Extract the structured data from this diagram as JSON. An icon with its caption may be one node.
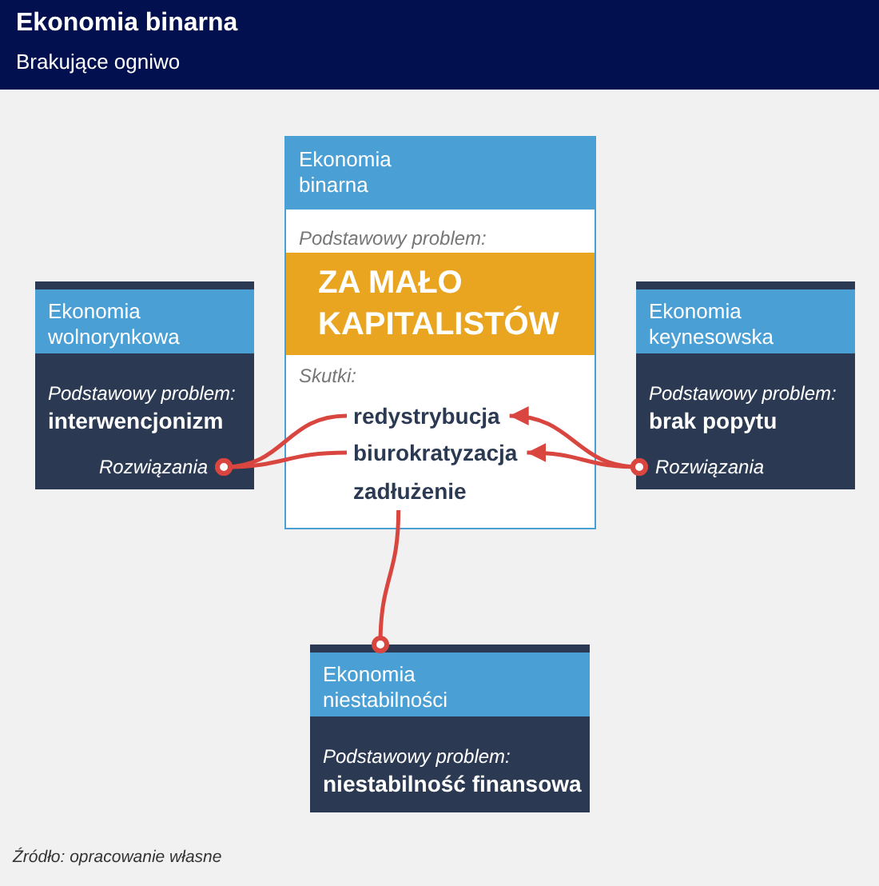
{
  "diagram": {
    "title": "Ekonomia binarna",
    "nodes": [
      {
        "text": [
          "Ekonomia binarna",
          "Podstawowy problem:",
          "ZA MAŁO KAPITALISTÓW",
          "Skutki:"
        ]
      },
      {
        "text": [
          "redystrybucja"
        ],
        "in": 0
      },
      {
        "text": [
          "biurokratyzacja"
        ],
        "in": 0
      },
      {
        "text": [
          "zadłużenie"
        ],
        "in": 0
      },
      {
        "text": [
          "Ekonomia wolnorynkowa",
          "Podstawowy problem:",
          "interwencjonizm"
        ]
      },
      {
        "text": [
          "Rozwiązania"
        ],
        "in": 4
      },
      {
        "text": [
          "Ekonomia keynesowska",
          "Podstawowy problem:",
          "brak popytu"
        ]
      },
      {
        "text": [
          "Rozwiązania"
        ],
        "in": 6
      },
      {
        "text": [
          "Ekonomia niestabilności",
          "Podstawowy problem:",
          "niestabilność finansowa"
        ]
      }
    ],
    "edges": [
      {
        "from": 5,
        "to": 1,
        "arrow": "other"
      },
      {
        "from": 5,
        "to": 2,
        "arrow": "other"
      },
      {
        "from": 7,
        "to": 1,
        "arrow": "to"
      },
      {
        "from": 7,
        "to": 2,
        "arrow": "to"
      },
      {
        "from": 8,
        "to": 3,
        "arrow": "other"
      }
    ],
    "labels": [
      "Brakujące ogniwo",
      "Źródło: opracowanie własne"
    ]
  }
}
